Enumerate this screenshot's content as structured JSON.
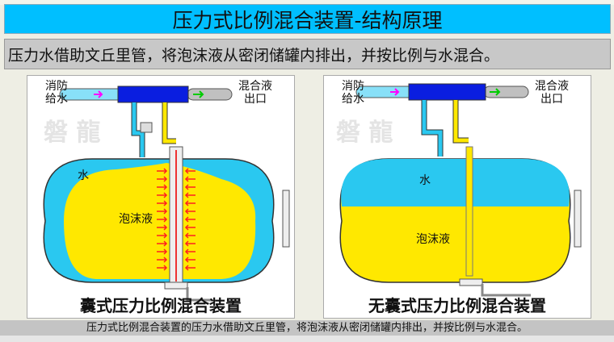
{
  "header": {
    "title": "压力式比例混合装置-结构原理",
    "subtitle": "压力水借助文丘里管，将泡沫液从密闭储罐内排出，并按比例与水混合。"
  },
  "panels": [
    {
      "caption": "囊式压力比例混合装置",
      "inlet": "消防给水",
      "outlet": "混合液出口",
      "water": "水",
      "foam": "泡沫液",
      "watermark": "磐龍"
    },
    {
      "caption": "无囊式压力比例混合装置",
      "inlet": "消防给水",
      "outlet": "混合液出口",
      "water": "水",
      "foam": "泡沫液",
      "watermark": "磐龍"
    }
  ],
  "footer": "压力式比例混合装置的压力水借助文丘里管，将泡沫液从密闭储罐内排出，并按比例与水混合。",
  "colors": {
    "title_bg": "#00bfff",
    "water": "#2ac8f0",
    "foam": "#ffe800",
    "venturi": "#0a1ee0",
    "arrow": "#ff2020"
  }
}
